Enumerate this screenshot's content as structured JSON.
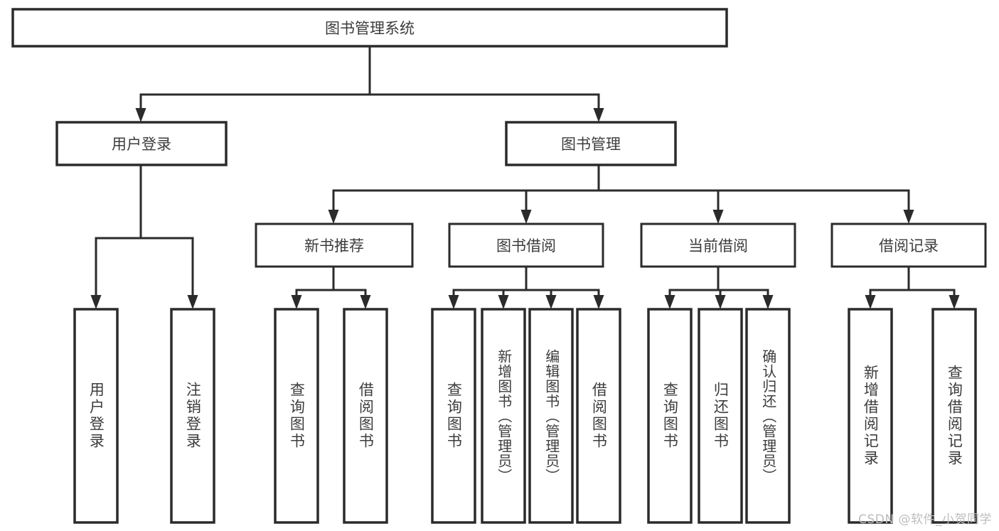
{
  "diagram": {
    "type": "tree-hierarchy",
    "title": "图书管理系统",
    "orientation": "top-down",
    "colors": {
      "box_fill": "#ffffff",
      "box_stroke": "#2b2b2b",
      "connector": "#2b2b2b",
      "label_text": "#3c3c3c",
      "watermark_text": "#bdbdbd",
      "background": "#ffffff"
    },
    "levels": {
      "root": {
        "label": "图书管理系统"
      },
      "level2": [
        {
          "label": "用户登录"
        },
        {
          "label": "图书管理"
        }
      ],
      "level3": [
        {
          "label": "新书推荐",
          "parent": "图书管理"
        },
        {
          "label": "图书借阅",
          "parent": "图书管理"
        },
        {
          "label": "当前借阅",
          "parent": "图书管理"
        },
        {
          "label": "借阅记录",
          "parent": "图书管理"
        }
      ],
      "leaves": [
        {
          "label": "用户登录",
          "parent": "用户登录"
        },
        {
          "label": "注销登录",
          "parent": "用户登录"
        },
        {
          "label": "查询图书",
          "parent": "新书推荐"
        },
        {
          "label": "借阅图书",
          "parent": "新书推荐"
        },
        {
          "label": "查询图书",
          "parent": "图书借阅"
        },
        {
          "label": "新增图书（管理员）",
          "parent": "图书借阅"
        },
        {
          "label": "编辑图书（管理员）",
          "parent": "图书借阅"
        },
        {
          "label": "借阅图书",
          "parent": "图书借阅"
        },
        {
          "label": "查询图书",
          "parent": "当前借阅"
        },
        {
          "label": "归还图书",
          "parent": "当前借阅"
        },
        {
          "label": "确认归还（管理员）",
          "parent": "当前借阅"
        },
        {
          "label": "新增借阅记录",
          "parent": "借阅记录"
        },
        {
          "label": "查询借阅记录",
          "parent": "借阅记录"
        }
      ]
    }
  },
  "watermark": {
    "text": "CSDN @软件_小贺同学"
  }
}
